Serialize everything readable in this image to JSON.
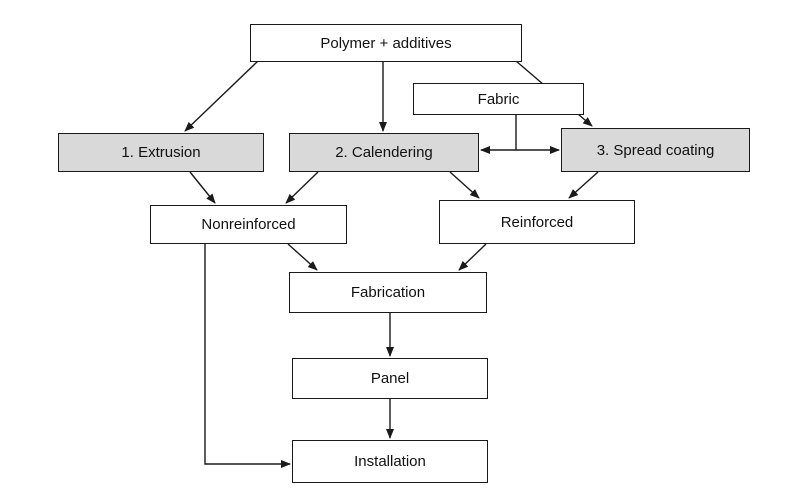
{
  "diagram": {
    "nodes": {
      "polymer": {
        "label": "Polymer + additives"
      },
      "fabric": {
        "label": "Fabric"
      },
      "extrusion": {
        "label": "1. Extrusion"
      },
      "calendering": {
        "label": "2. Calendering"
      },
      "spread_coating": {
        "label": "3. Spread coating"
      },
      "nonreinforced": {
        "label": "Nonreinforced"
      },
      "reinforced": {
        "label": "Reinforced"
      },
      "fabrication": {
        "label": "Fabrication"
      },
      "panel": {
        "label": "Panel"
      },
      "installation": {
        "label": "Installation"
      }
    },
    "colors": {
      "line": "#1a1a1a",
      "process_fill": "#d9d9d9",
      "box_fill": "#ffffff"
    }
  }
}
